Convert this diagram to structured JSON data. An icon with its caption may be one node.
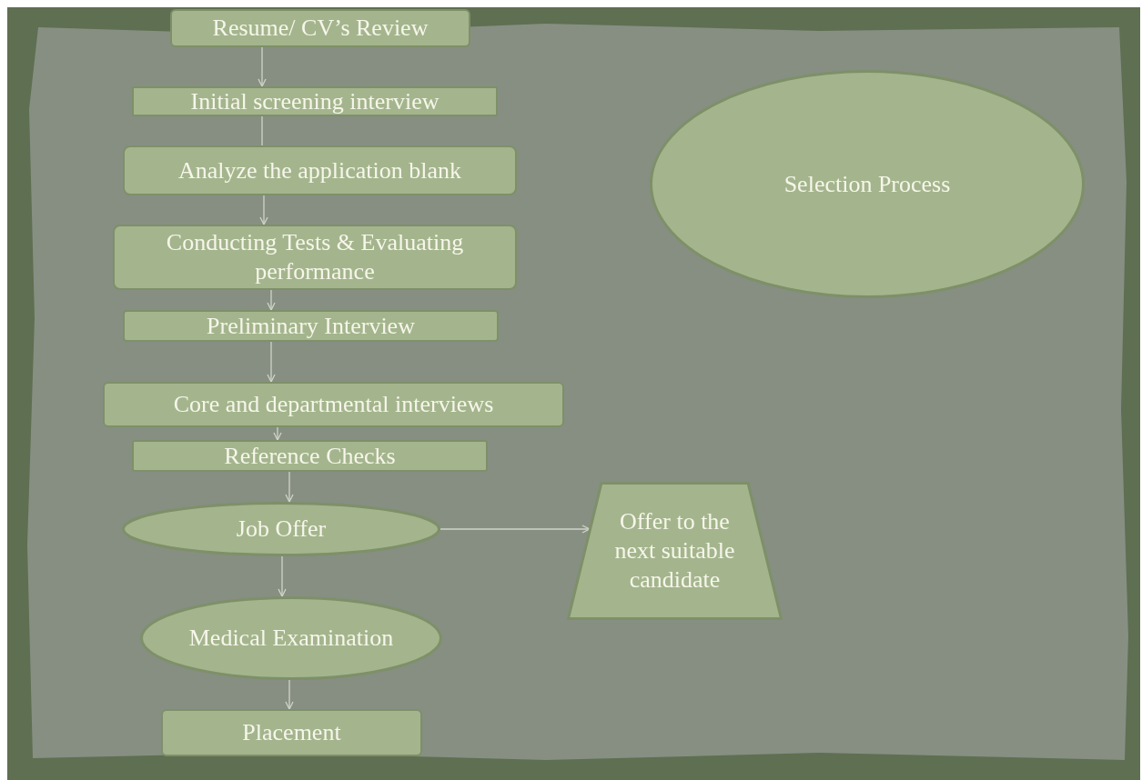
{
  "diagram": {
    "nodes": [
      {
        "text": [
          "Resume/ CV’s Review"
        ]
      },
      {
        "text": [
          "Initial screening interview"
        ]
      },
      {
        "text": [
          "Analyze the application blank"
        ]
      },
      {
        "text": [
          "Conducting Tests & Evaluating performance"
        ]
      },
      {
        "text": [
          "Preliminary Interview"
        ]
      },
      {
        "text": [
          "Core and departmental interviews"
        ]
      },
      {
        "text": [
          "Reference Checks"
        ]
      },
      {
        "text": [
          "Job Offer"
        ]
      },
      {
        "text": [
          "Medical Examination"
        ]
      },
      {
        "text": [
          "Placement"
        ]
      },
      {
        "text": [
          "Offer to the next suitable candidate"
        ]
      },
      {
        "text": [
          "Selection Process"
        ]
      }
    ],
    "edges": [
      {
        "from": 0,
        "to": 1,
        "arrow": "to"
      },
      {
        "from": 1,
        "to": 2,
        "arrow": "none"
      },
      {
        "from": 2,
        "to": 3,
        "arrow": "to"
      },
      {
        "from": 3,
        "to": 4,
        "arrow": "to"
      },
      {
        "from": 4,
        "to": 5,
        "arrow": "to"
      },
      {
        "from": 5,
        "to": 6,
        "arrow": "to"
      },
      {
        "from": 6,
        "to": 7,
        "arrow": "to"
      },
      {
        "from": 7,
        "to": 8,
        "arrow": "to"
      },
      {
        "from": 8,
        "to": 9,
        "arrow": "to"
      },
      {
        "from": 7,
        "to": 10,
        "arrow": "to"
      }
    ]
  }
}
